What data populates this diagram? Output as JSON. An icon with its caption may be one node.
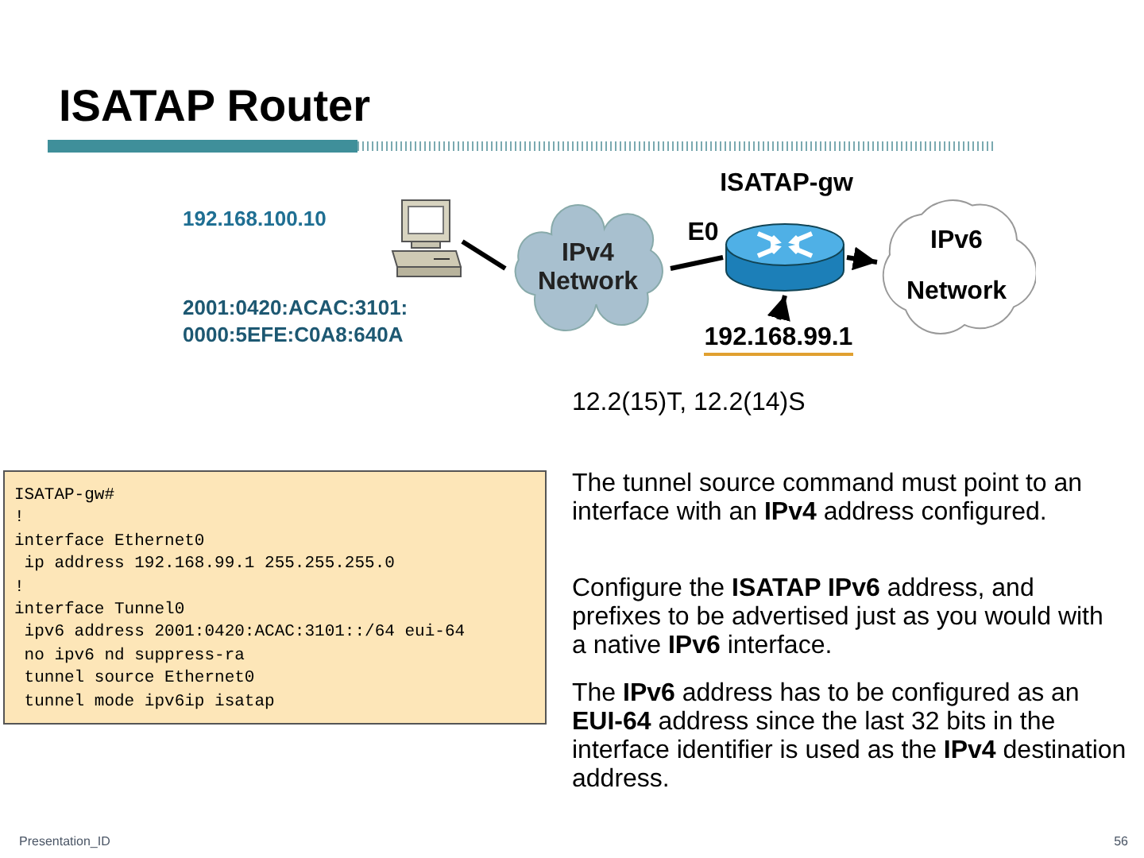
{
  "diagram": {
    "title": "ISATAP Router",
    "nodes": [
      {
        "text": [],
        "shape": "computer",
        "beside": [
          "192.168.100.10",
          "2001:0420:ACAC:3101: 0000:5EFE:C0A8:640A"
        ]
      },
      {
        "text": [
          "IPv4 Network"
        ]
      },
      {
        "text": [],
        "shape": "router",
        "beside": [
          "ISATAP-gw"
        ]
      },
      {
        "text": [
          "IPv6",
          "Network"
        ]
      },
      {
        "text": [
          "192.168.99.1"
        ]
      },
      {
        "text": [
          "ISATAP-gw#",
          "!",
          "interface Ethernet0",
          " ip address 192.168.99.1 255.255.255.0",
          "!",
          "interface Tunnel0",
          " ipv6 address 2001:0420:ACAC:3101::/64 eui-64",
          " no ipv6 nd suppress-ra",
          " tunnel source Ethernet0",
          " tunnel mode ipv6ip isatap"
        ]
      }
    ],
    "edges": [
      {
        "from": 0,
        "to": 1,
        "arrow": "none"
      },
      {
        "from": 1,
        "to": 2,
        "arrow": "none",
        "label": "E0"
      },
      {
        "from": 2,
        "to": 3,
        "arrow": "to"
      },
      {
        "from": 4,
        "to": 2,
        "arrow": "to"
      }
    ],
    "labels": [
      "12.2(15)T, 12.2(14)S",
      "The tunnel source command must point to an interface with an **IPv4** address configured.",
      "Configure the **ISATAP IPv6** address, and prefixes to be advertised just as you would with a native **IPv6** interface.",
      "The **IPv6** address has to be configured as an **EUI-64** address since the last 32 bits in the interface identifier is used as the **IPv4** destination address.",
      "Presentation_ID",
      "56"
    ]
  }
}
